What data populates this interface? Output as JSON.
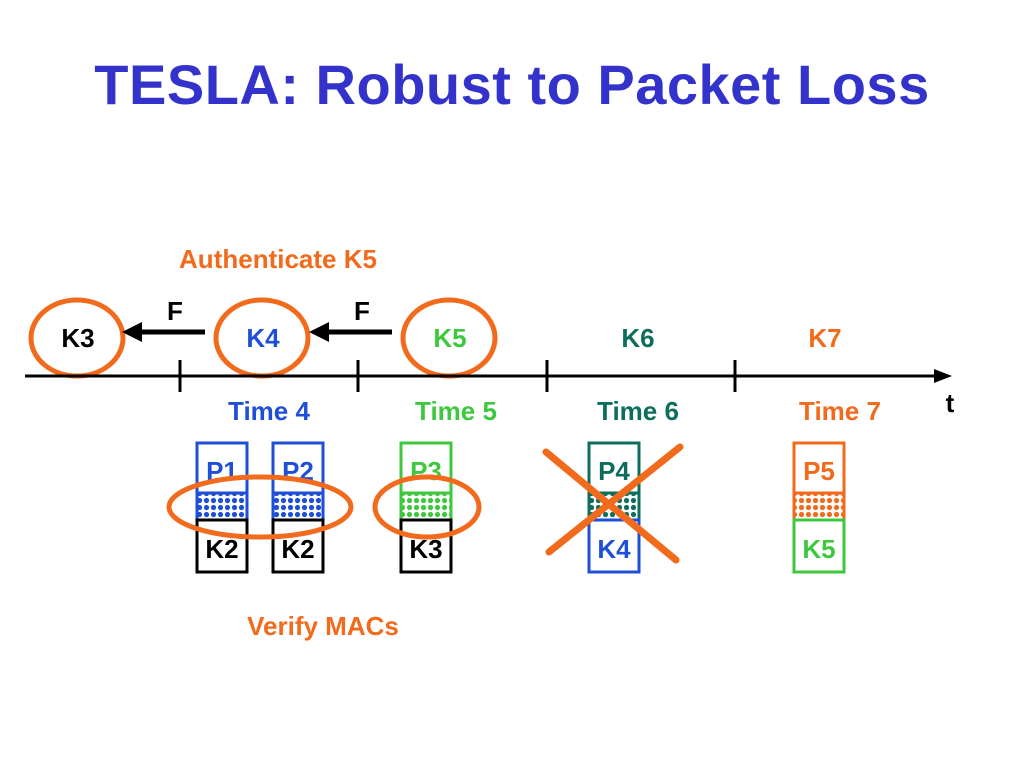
{
  "title": "TESLA: Robust to Packet Loss",
  "colors": {
    "title": "#3333cc",
    "blue": "#1f4fd6",
    "green": "#3ec83e",
    "teal": "#0e6e5e",
    "orange": "#f26a1b",
    "black": "#000000"
  },
  "annotations": {
    "authenticate": "Authenticate K5",
    "verify": "Verify MACs",
    "axis_t": "t",
    "f_label_1": "F",
    "f_label_2": "F"
  },
  "keys": [
    {
      "id": "k3",
      "label": "K3",
      "color": "#000000",
      "circled": true
    },
    {
      "id": "k4",
      "label": "K4",
      "color": "#1f4fd6",
      "circled": true
    },
    {
      "id": "k5",
      "label": "K5",
      "color": "#3ec83e",
      "circled": true
    },
    {
      "id": "k6",
      "label": "K6",
      "color": "#0e6e5e",
      "circled": false
    },
    {
      "id": "k7",
      "label": "K7",
      "color": "#f26a1b",
      "circled": false
    }
  ],
  "intervals": [
    {
      "label": "Time 4",
      "color": "#1f4fd6"
    },
    {
      "label": "Time 5",
      "color": "#3ec83e"
    },
    {
      "label": "Time 6",
      "color": "#0e6e5e"
    },
    {
      "label": "Time 7",
      "color": "#f26a1b"
    }
  ],
  "packets": [
    {
      "id": "p1",
      "top": "P1",
      "bottom": "K2",
      "top_color": "#1f4fd6",
      "mac_color": "#1f4fd6",
      "bottom_color": "#000000",
      "lost": false
    },
    {
      "id": "p2",
      "top": "P2",
      "bottom": "K2",
      "top_color": "#1f4fd6",
      "mac_color": "#1f4fd6",
      "bottom_color": "#000000",
      "lost": false
    },
    {
      "id": "p3",
      "top": "P3",
      "bottom": "K3",
      "top_color": "#3ec83e",
      "mac_color": "#3ec83e",
      "bottom_color": "#000000",
      "lost": false
    },
    {
      "id": "p4",
      "top": "P4",
      "bottom": "K4",
      "top_color": "#0e6e5e",
      "mac_color": "#0e6e5e",
      "bottom_color": "#1f4fd6",
      "lost": true
    },
    {
      "id": "p5",
      "top": "P5",
      "bottom": "K5",
      "top_color": "#f26a1b",
      "mac_color": "#f26a1b",
      "bottom_color": "#3ec83e",
      "lost": false
    }
  ]
}
